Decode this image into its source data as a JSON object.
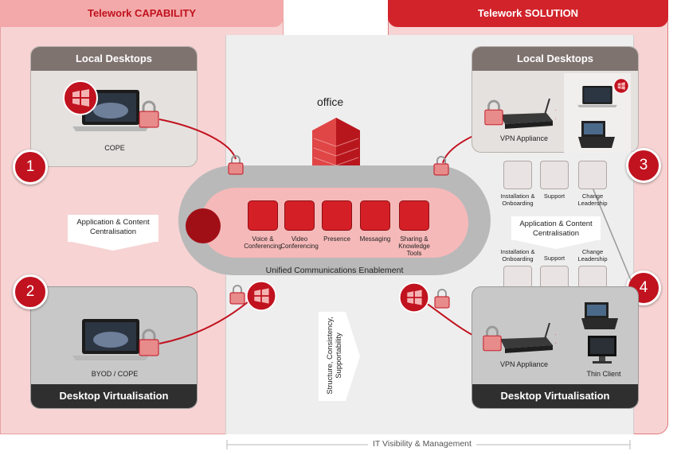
{
  "left_panel": {
    "header": "Telework CAPABILITY"
  },
  "right_panel": {
    "header": "Telework SOLUTION"
  },
  "left_top": {
    "title": "Local Desktops",
    "device_label": "COPE"
  },
  "left_bottom": {
    "title": "Desktop Virtualisation",
    "device_label": "BYOD / COPE"
  },
  "right_top": {
    "title": "Local Desktops",
    "device_label": "VPN Appliance"
  },
  "right_bottom": {
    "title": "Desktop Virtualisation",
    "device_label": "VPN Appliance",
    "thin_client_label": "Thin Client"
  },
  "numbers": [
    "1",
    "2",
    "3",
    "4"
  ],
  "left_arrow": {
    "line1": "Application & Content",
    "line2": "Centralisation"
  },
  "right_arrow": {
    "line1": "Application & Content",
    "line2": "Centralisation"
  },
  "office_label": "office",
  "uc_ring": {
    "label": "Unified Communications Enablement",
    "items": [
      {
        "line1": "Voice &",
        "line2": "Conferencing",
        "icon": "voice-icon"
      },
      {
        "line1": "Video",
        "line2": "Conferencing",
        "icon": "video-icon"
      },
      {
        "line1": "Presence",
        "line2": "",
        "icon": "presence-icon"
      },
      {
        "line1": "Messaging",
        "line2": "",
        "icon": "messaging-icon"
      },
      {
        "line1": "Sharing &",
        "line2": "Knowledge Tools",
        "icon": "sharing-icon"
      }
    ]
  },
  "services_top": [
    {
      "line1": "Installation &",
      "line2": "Onboarding"
    },
    {
      "line1": "Support",
      "line2": ""
    },
    {
      "line1": "Change",
      "line2": "Leadership"
    }
  ],
  "services_bottom": [
    {
      "line1": "Installation &",
      "line2": "Onboarding"
    },
    {
      "line1": "Support",
      "line2": ""
    },
    {
      "line1": "Change",
      "line2": "Leadership"
    }
  ],
  "structure_arrow": {
    "line1": "Structure, Consistency,",
    "line2": "Supportability"
  },
  "it_visibility_label": "IT Visibility & Management",
  "colors": {
    "accent_red": "#d2232a",
    "panel_pink": "#f7d3d3",
    "dark_title": "#2f2f2f",
    "brown_title": "#7f7370"
  }
}
